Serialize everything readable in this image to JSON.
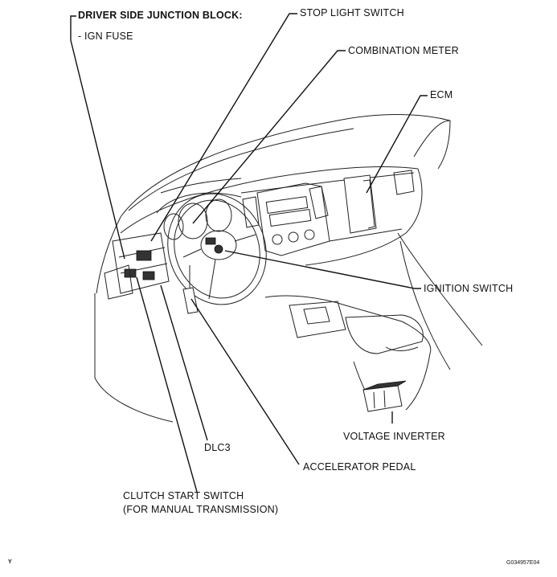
{
  "labels": {
    "junction_block": "DRIVER SIDE JUNCTION BLOCK:",
    "ign_fuse": "- IGN FUSE",
    "stop_light_switch": "STOP LIGHT SWITCH",
    "combination_meter": "COMBINATION METER",
    "ecm": "ECM",
    "ignition_switch": "IGNITION SWITCH",
    "voltage_inverter": "VOLTAGE INVERTER",
    "dlc3": "DLC3",
    "accelerator_pedal": "ACCELERATOR PEDAL",
    "clutch_start_switch": "CLUTCH START SWITCH",
    "clutch_note": "(FOR MANUAL TRANSMISSION)"
  },
  "footer": {
    "left_code": "Y",
    "right_code": "G034957E04"
  }
}
